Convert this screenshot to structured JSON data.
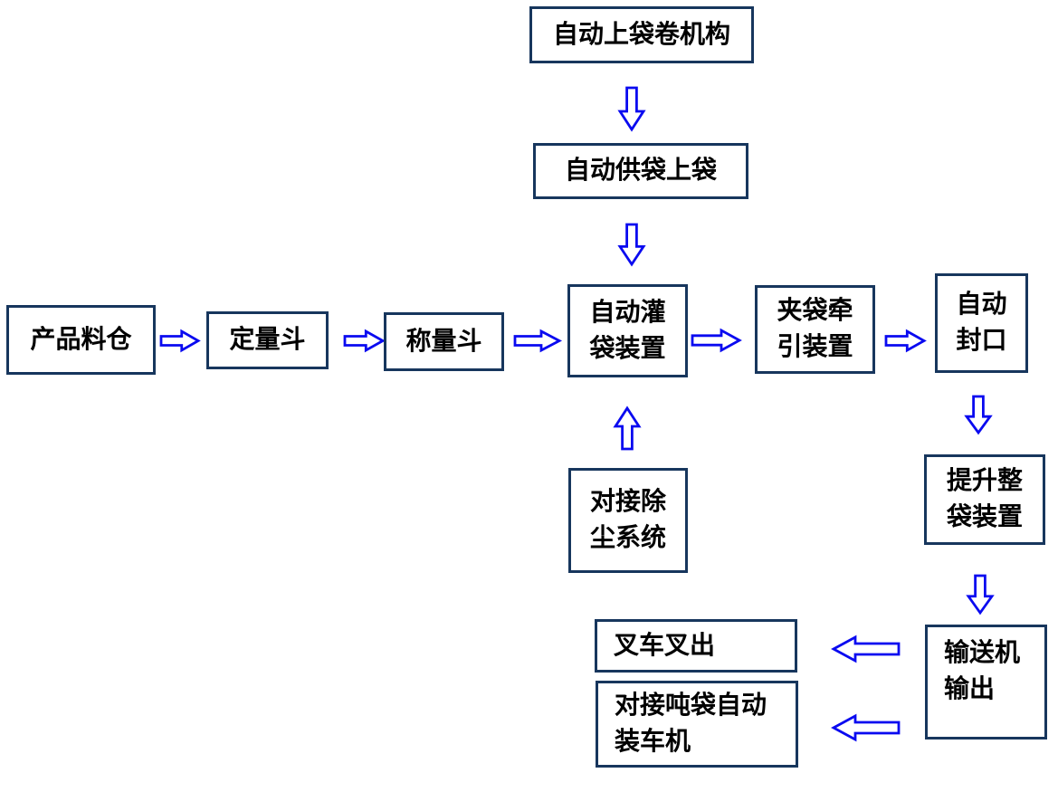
{
  "colors": {
    "box_border": "#17365D",
    "arrow_blue": "#0A0AF0",
    "text": "#000000",
    "background": "#FFFFFF"
  },
  "flowchart": {
    "nodes": {
      "bag_roll_feeder": {
        "label": "自动上袋卷机构"
      },
      "bag_supply": {
        "label": "自动供袋上袋"
      },
      "product_silo": {
        "label": "产品料仓"
      },
      "dosing_hopper": {
        "label": "定量斗"
      },
      "weighing_hopper": {
        "label": "称量斗"
      },
      "bag_filling": {
        "label": "自动灌\n袋装置"
      },
      "bag_clamp_traction": {
        "label": "夹袋牵\n引装置"
      },
      "auto_sealing": {
        "label": "自动\n封口"
      },
      "dust_removal": {
        "label": "对接除\n尘系统"
      },
      "bag_lifting": {
        "label": "提升整\n袋装置"
      },
      "conveyor_output": {
        "label": "输送机\n输出"
      },
      "forklift_out": {
        "label": "叉车叉出"
      },
      "ton_bag_loader": {
        "label": "对接吨袋自动\n装车机"
      }
    },
    "edges": [
      {
        "from": "自动上袋卷机构",
        "to": "自动供袋上袋",
        "direction": "down"
      },
      {
        "from": "自动供袋上袋",
        "to": "自动灌袋装置",
        "direction": "down"
      },
      {
        "from": "产品料仓",
        "to": "定量斗",
        "direction": "right"
      },
      {
        "from": "定量斗",
        "to": "称量斗",
        "direction": "right"
      },
      {
        "from": "称量斗",
        "to": "自动灌袋装置",
        "direction": "right"
      },
      {
        "from": "自动灌袋装置",
        "to": "夹袋牵引装置",
        "direction": "right"
      },
      {
        "from": "夹袋牵引装置",
        "to": "自动封口",
        "direction": "right"
      },
      {
        "from": "对接除尘系统",
        "to": "自动灌袋装置",
        "direction": "up"
      },
      {
        "from": "自动封口",
        "to": "提升整袋装置",
        "direction": "down"
      },
      {
        "from": "提升整袋装置",
        "to": "输送机输出",
        "direction": "down"
      },
      {
        "from": "输送机输出",
        "to": "叉车叉出",
        "direction": "left"
      },
      {
        "from": "输送机输出",
        "to": "对接吨袋自动装车机",
        "direction": "left"
      }
    ]
  }
}
